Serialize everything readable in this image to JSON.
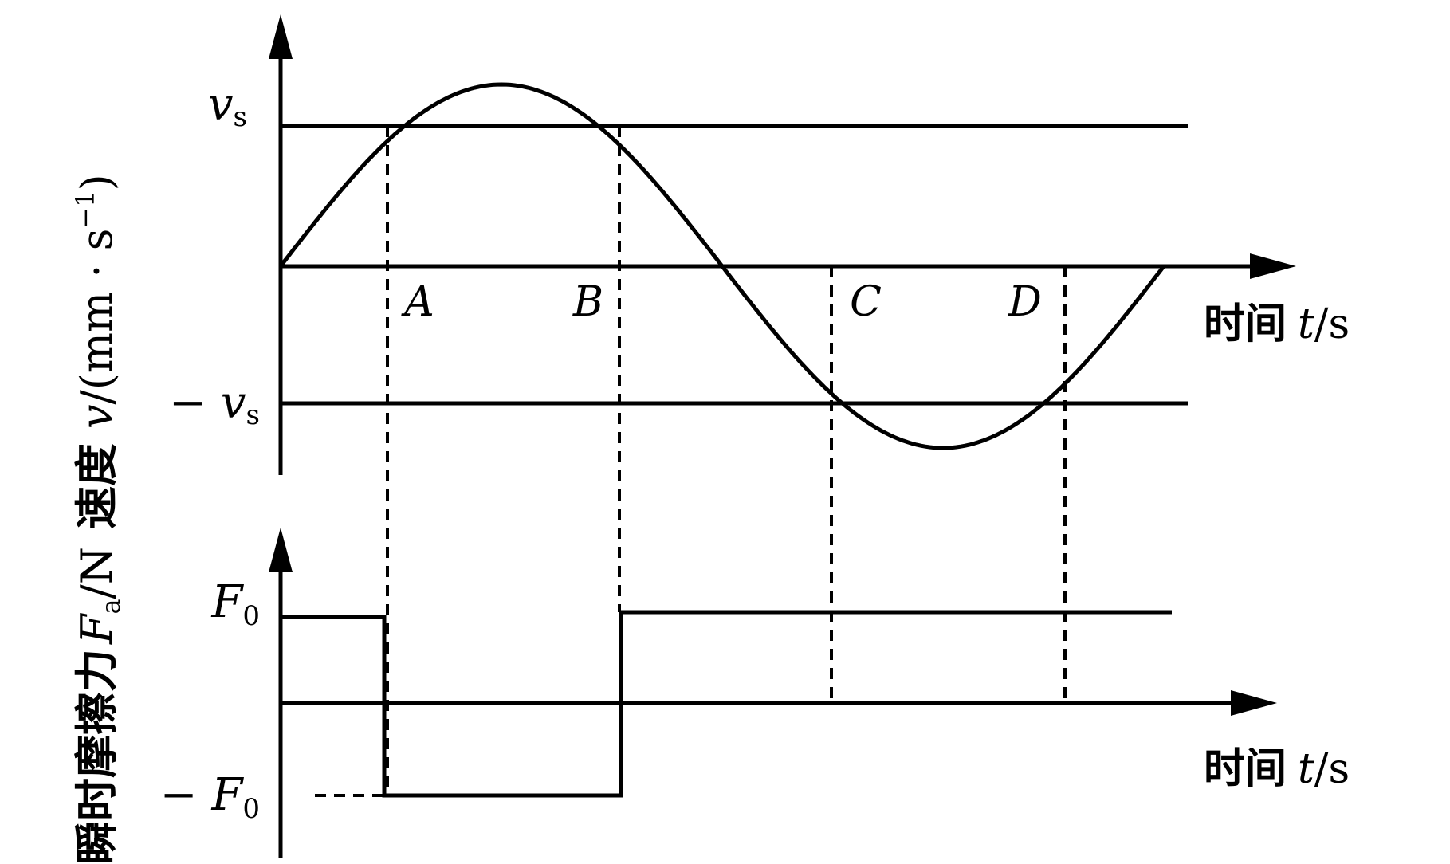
{
  "velocity_plot": {
    "y_axis_label": "速度",
    "y_axis_var": "v",
    "y_axis_unit": "/(mm · s",
    "y_axis_exp": "−1",
    "y_axis_close": ")",
    "x_axis_label_cn": "时间",
    "x_axis_var": "t",
    "x_axis_unit": "/s",
    "pos_level": {
      "sign": "",
      "var": "v",
      "sub": "s"
    },
    "neg_level": {
      "sign": "−",
      "var": "v",
      "sub": "s"
    },
    "points": [
      "A",
      "B",
      "C",
      "D"
    ]
  },
  "force_plot": {
    "y_axis_label": "瞬时摩擦力",
    "y_axis_var": "F",
    "y_axis_sub": "a",
    "y_axis_unit": "/N",
    "x_axis_label_cn": "时间",
    "x_axis_var": "t",
    "x_axis_unit": "/s",
    "pos_level": {
      "sign": "",
      "var": "F",
      "sub": "0"
    },
    "neg_level": {
      "sign": "−",
      "var": "F",
      "sub": "0"
    }
  }
}
